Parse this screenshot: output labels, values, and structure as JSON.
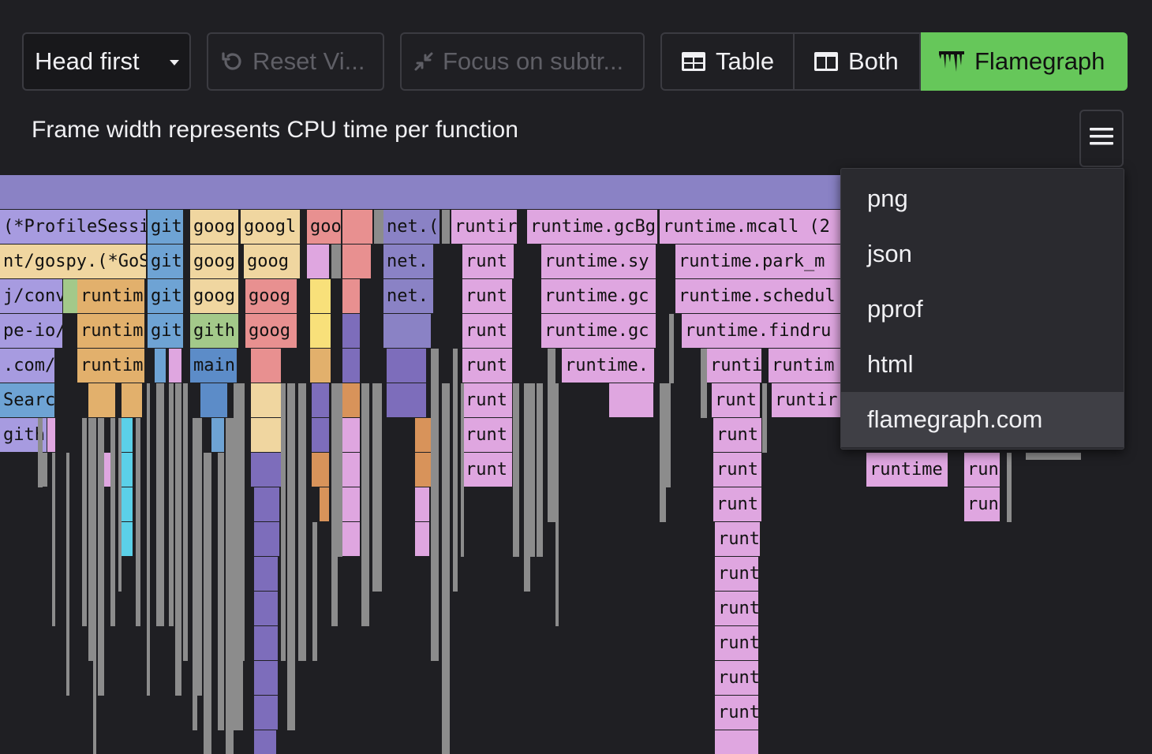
{
  "toolbar": {
    "view_mode": "Head first",
    "reset_label": "Reset Vi...",
    "focus_label": "Focus on subtr...",
    "table_label": "Table",
    "both_label": "Both",
    "flamegraph_label": "Flamegraph",
    "accent_color": "#66c75a"
  },
  "subtitle": "Frame width represents CPU time per function",
  "export_menu": {
    "icon": "hamburger-menu-icon",
    "items": [
      "png",
      "json",
      "pprof",
      "html",
      "flamegraph.com"
    ],
    "highlighted": "flamegraph.com"
  },
  "flamegraph": {
    "frames": [
      "(*ProfileSessi",
      "git",
      "goog",
      "googl",
      "goo",
      "net.(",
      "runtir",
      "runtime.gcBg",
      "runtime.mcall (2",
      "nt/gospy.(*GoS",
      "git",
      "goog",
      "goog",
      "net.",
      "runt",
      "runtime.sy",
      "runtime.park_m",
      "j/conve",
      "runtim",
      "git",
      "goog",
      "goog",
      "net.",
      "runt",
      "runtime.gc",
      "runtime.schedul",
      "pe-io/",
      "runtim",
      "git",
      "gith",
      "goog",
      "runt",
      "runtime.gc",
      "runtime.findru",
      ".com/",
      "runtim",
      "main",
      "runt",
      "runtime.",
      "runti",
      "runtim",
      "Search",
      "runt",
      "runt",
      "runtir",
      "gith",
      "runt",
      "runt",
      "runt",
      "runt",
      "runtime",
      "run",
      "runt",
      "run",
      "runt",
      "runt",
      "runt",
      "runt",
      "runt",
      "runt"
    ]
  }
}
